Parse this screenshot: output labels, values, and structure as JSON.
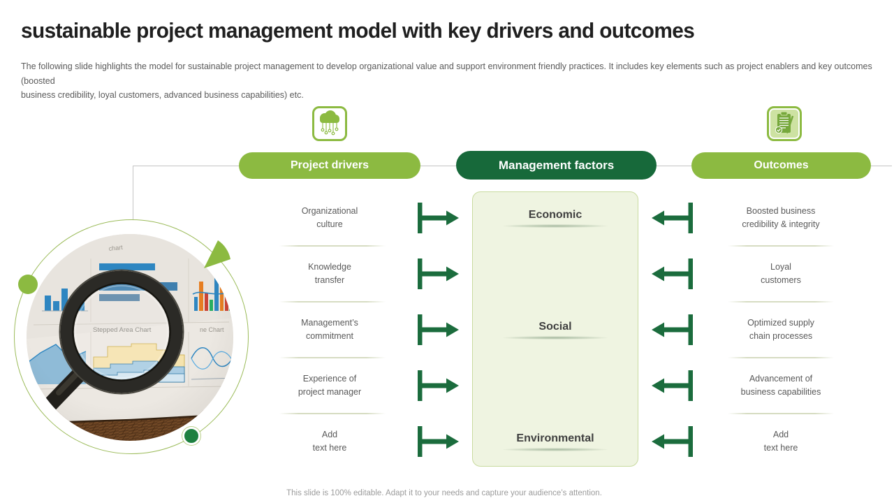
{
  "slide": {
    "title": "sustainable project management model with key drivers and outcomes",
    "subtitle": "The following slide highlights the model for sustainable project management to develop organizational value and support environment friendly practices. It includes key elements such as project enablers and key outcomes (boosted\nbusiness credibility, loyal customers, advanced business capabilities) etc.",
    "footer": "This slide is 100% editable. Adapt it to your needs and capture your audience’s attention."
  },
  "drivers": {
    "header": "Project drivers",
    "icon": "cloud-network-icon",
    "items": [
      "Organizational\nculture",
      "Knowledge\ntransfer",
      "Management’s\ncommitment",
      "Experience of\nproject manager",
      "Add\ntext here"
    ]
  },
  "factors": {
    "header": "Management factors",
    "items": [
      "Economic",
      "Social",
      "Environmental"
    ]
  },
  "outcomes": {
    "header": "Outcomes",
    "icon": "clipboard-pencil-icon",
    "items": [
      "Boosted business\ncredibility & integrity",
      "Loyal\ncustomers",
      "Optimized supply\nchain processes",
      "Advancement of\nbusiness capabilities",
      "Add\ntext here"
    ]
  },
  "photo": {
    "labels": {
      "top": "chart",
      "stepped": "Stepped Area Chart",
      "line": "ne Chart"
    }
  },
  "colors": {
    "light_green": "#8CBA41",
    "dark_green": "#17693A",
    "panel_bg": "#EFF4E1",
    "panel_border": "#C9DB9F",
    "text_gray": "#595959"
  }
}
